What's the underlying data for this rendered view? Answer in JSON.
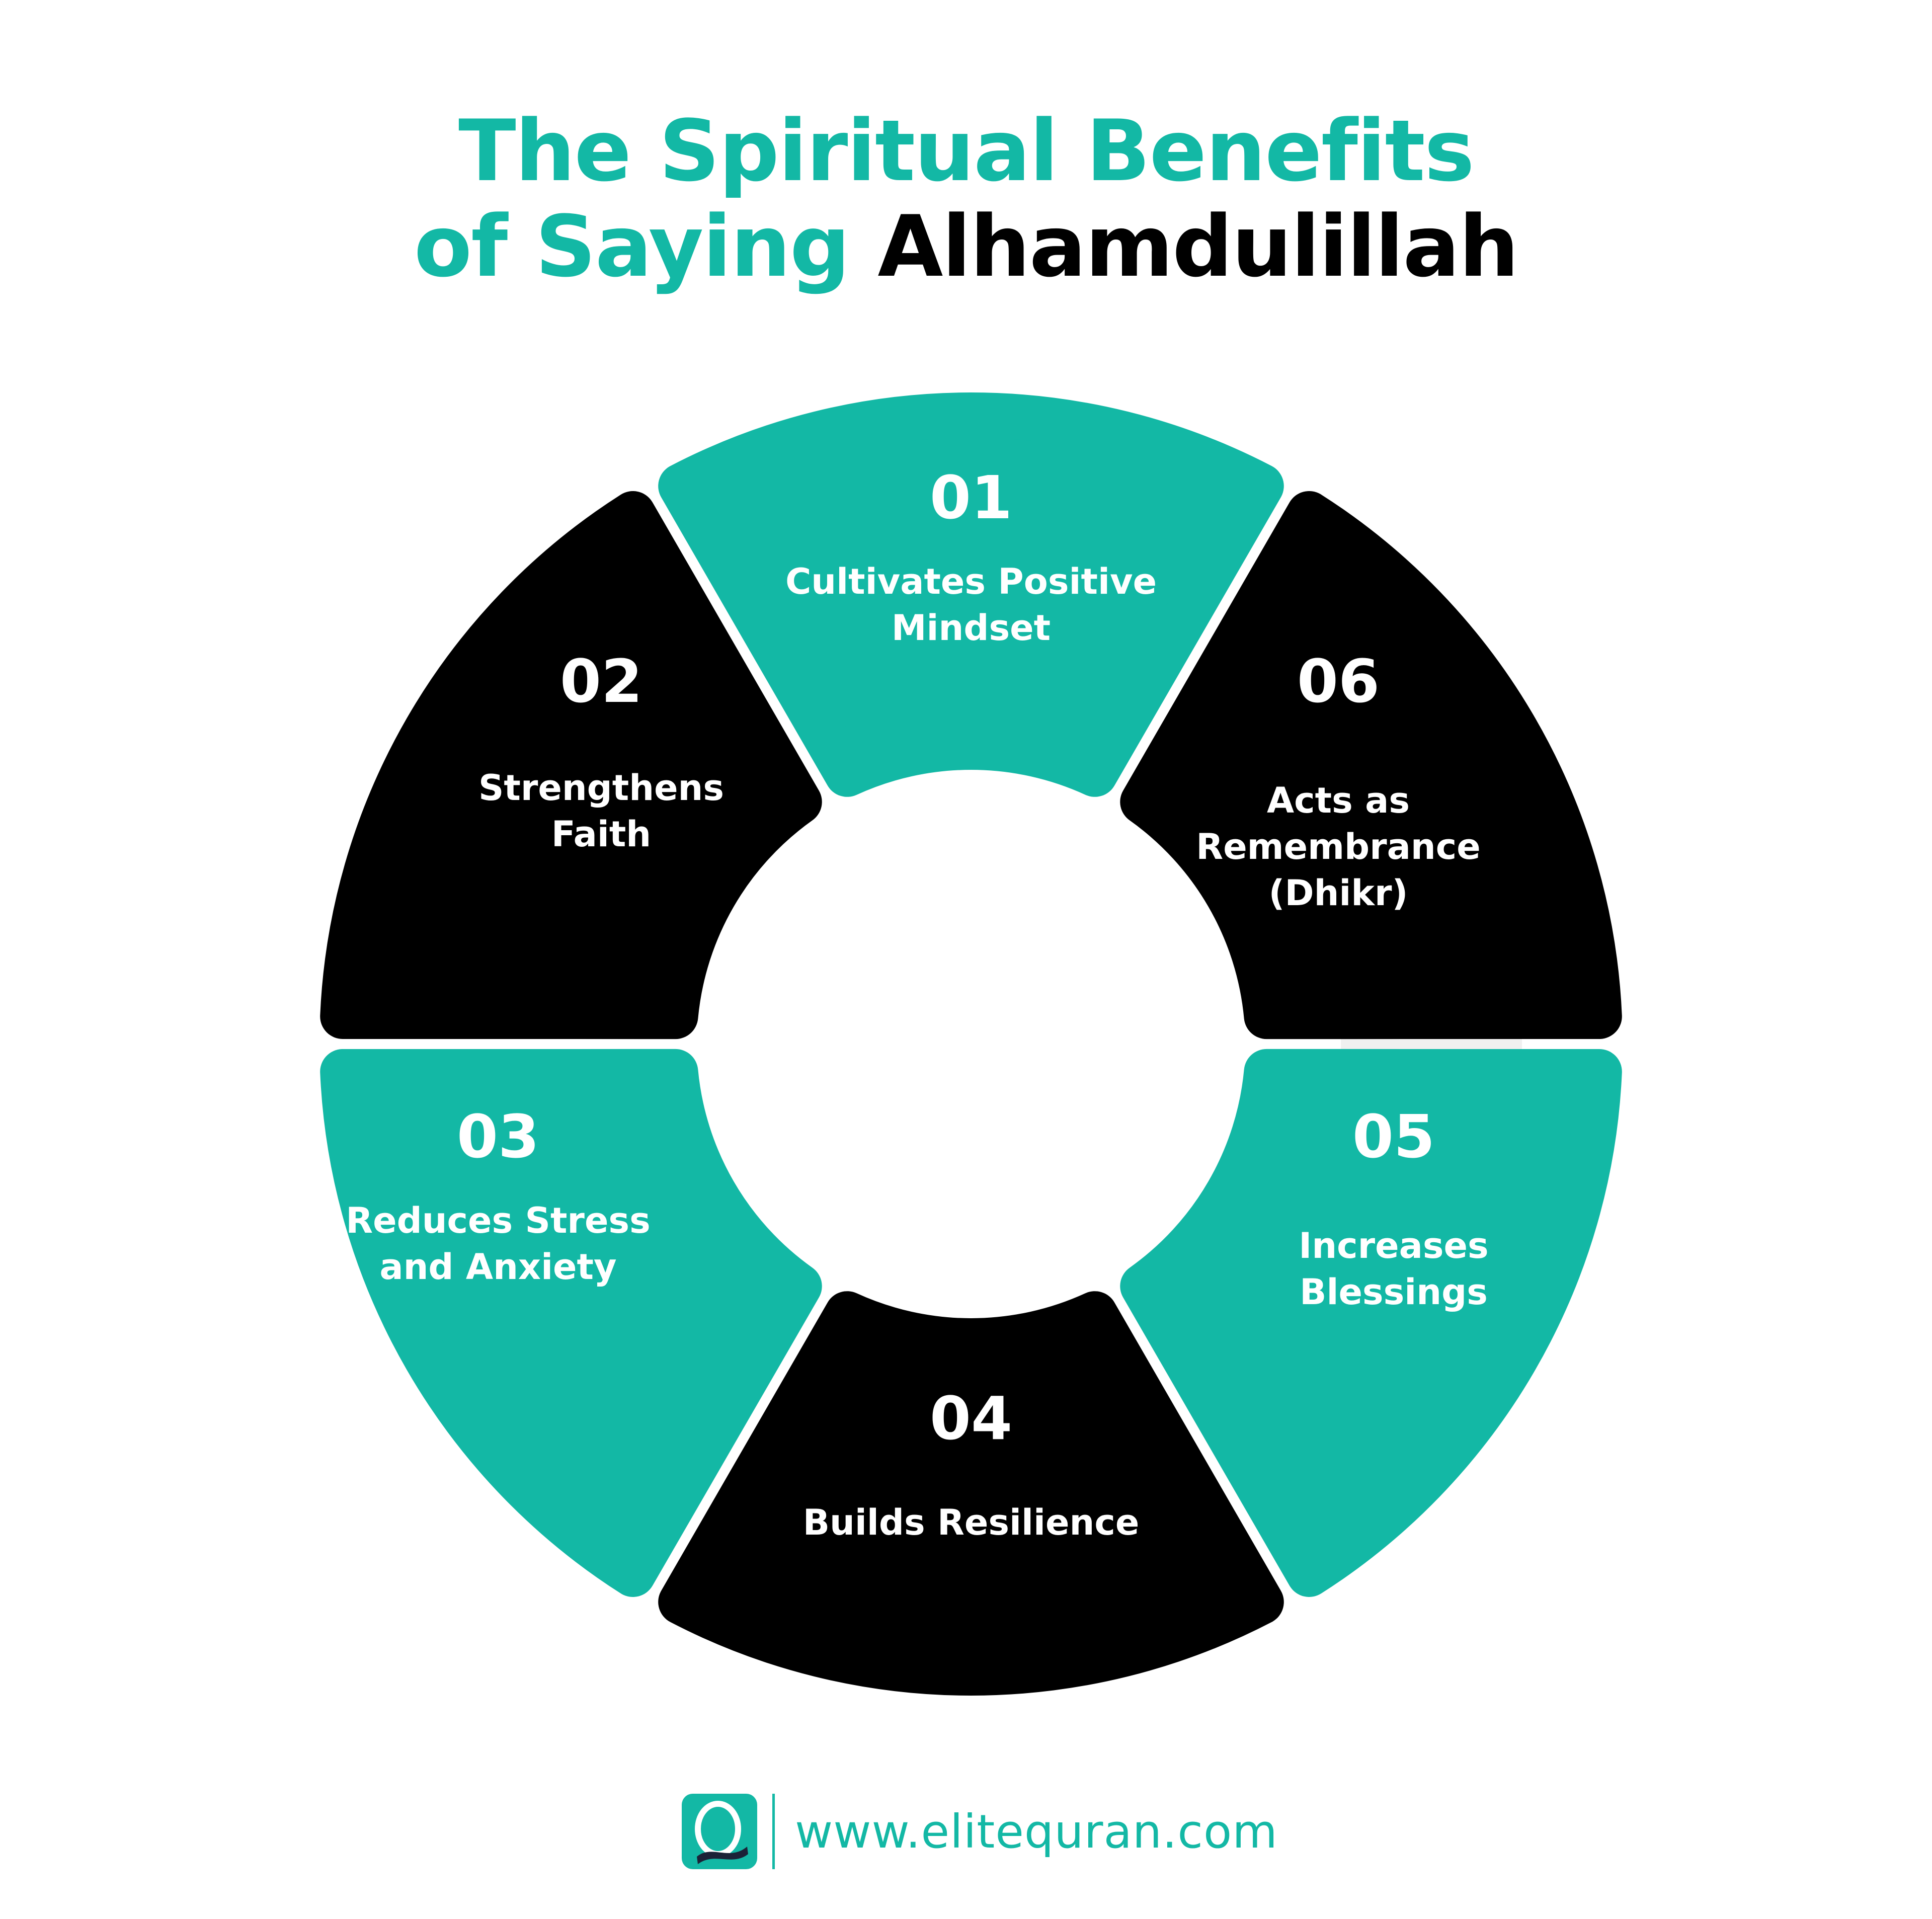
{
  "title": {
    "line1": "The Spiritual Benefits",
    "line2_prefix": "of Saying ",
    "line2_highlight": "Alhamdulillah"
  },
  "colors": {
    "teal": "#13B8A5",
    "black": "#000000",
    "white": "#FFFFFF",
    "shadow": "#F0F0F0",
    "logo_wave": "#1B2237"
  },
  "segments": [
    {
      "number": "01",
      "lines": [
        "Cultivates Positive",
        "Mindset"
      ],
      "color": "teal",
      "position": "top"
    },
    {
      "number": "02",
      "lines": [
        "Strengthens",
        "Faith"
      ],
      "color": "black",
      "position": "upper-left"
    },
    {
      "number": "03",
      "lines": [
        "Reduces Stress",
        "and Anxiety"
      ],
      "color": "teal",
      "position": "lower-left"
    },
    {
      "number": "04",
      "lines": [
        "Builds Resilience"
      ],
      "color": "black",
      "position": "bottom"
    },
    {
      "number": "05",
      "lines": [
        "Increases",
        "Blessings"
      ],
      "color": "teal",
      "position": "lower-right"
    },
    {
      "number": "06",
      "lines": [
        "Acts as",
        "Remembrance",
        "(Dhikr)"
      ],
      "color": "black",
      "position": "upper-right"
    }
  ],
  "footer": {
    "logo_icon": "q-logo-icon",
    "url": "www.elitequran.com"
  }
}
